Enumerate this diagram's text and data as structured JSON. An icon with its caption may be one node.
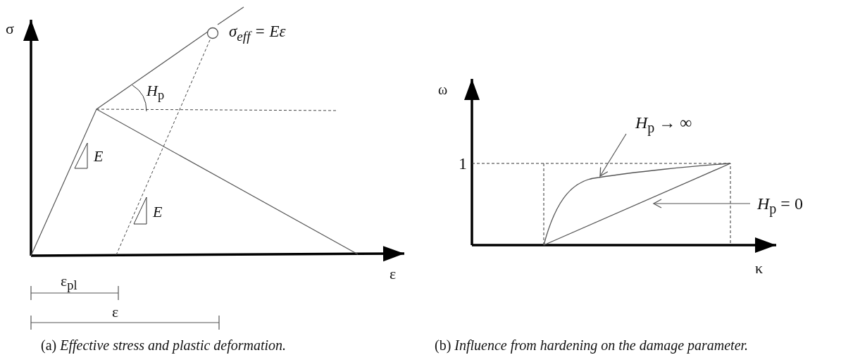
{
  "diagram": {
    "nodes": [
      {
        "text": [],
        "shape": "circle",
        "beside": [
          "σ$_{eff}$ = Eε"
        ]
      },
      {
        "text": [
          "*H*$_{p}$ → ∞"
        ]
      },
      {
        "text": [],
        "shape": "curve"
      },
      {
        "text": [
          "*H*$_{p}$ = 0"
        ]
      },
      {
        "text": [],
        "shape": "line"
      }
    ],
    "edges": [
      {
        "from": 1,
        "to": 2,
        "arrow": "to"
      },
      {
        "from": 3,
        "to": 4,
        "arrow": "to"
      }
    ],
    "labels": [
      "σ",
      "*H*$_{p}$",
      "*E*",
      "*E*",
      "ε",
      "ε$_{pl}$",
      "ε",
      "(a) *Effective stress and plastic deformation.*",
      "ω",
      "1",
      "κ",
      "(b) *Influence from hardening on the damage parameter.*"
    ]
  }
}
